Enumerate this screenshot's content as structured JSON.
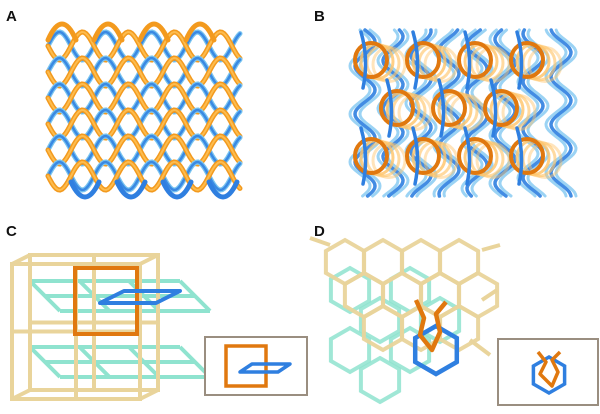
{
  "panels": [
    {
      "id": "A",
      "label": "A"
    },
    {
      "id": "B",
      "label": "B"
    },
    {
      "id": "C",
      "label": "C"
    },
    {
      "id": "D",
      "label": "D"
    }
  ],
  "colors": {
    "orange": "#F39A1E",
    "orange_dark": "#E0780F",
    "blue": "#2F7FE0",
    "light_blue": "#79C4F0",
    "cyan": "#8FE3CF",
    "tan": "#E9D49B",
    "inset_border": "#9A8E80"
  },
  "icons": {
    "panel_a": "knitted-helix-mesh",
    "panel_b": "helical-rings-lattice",
    "panel_c": "interpenetrating-square-grids",
    "panel_d": "interpenetrating-hexagonal-nets",
    "inset_c": "catenated-square-rings",
    "inset_d": "catenated-hexagon-rings"
  }
}
